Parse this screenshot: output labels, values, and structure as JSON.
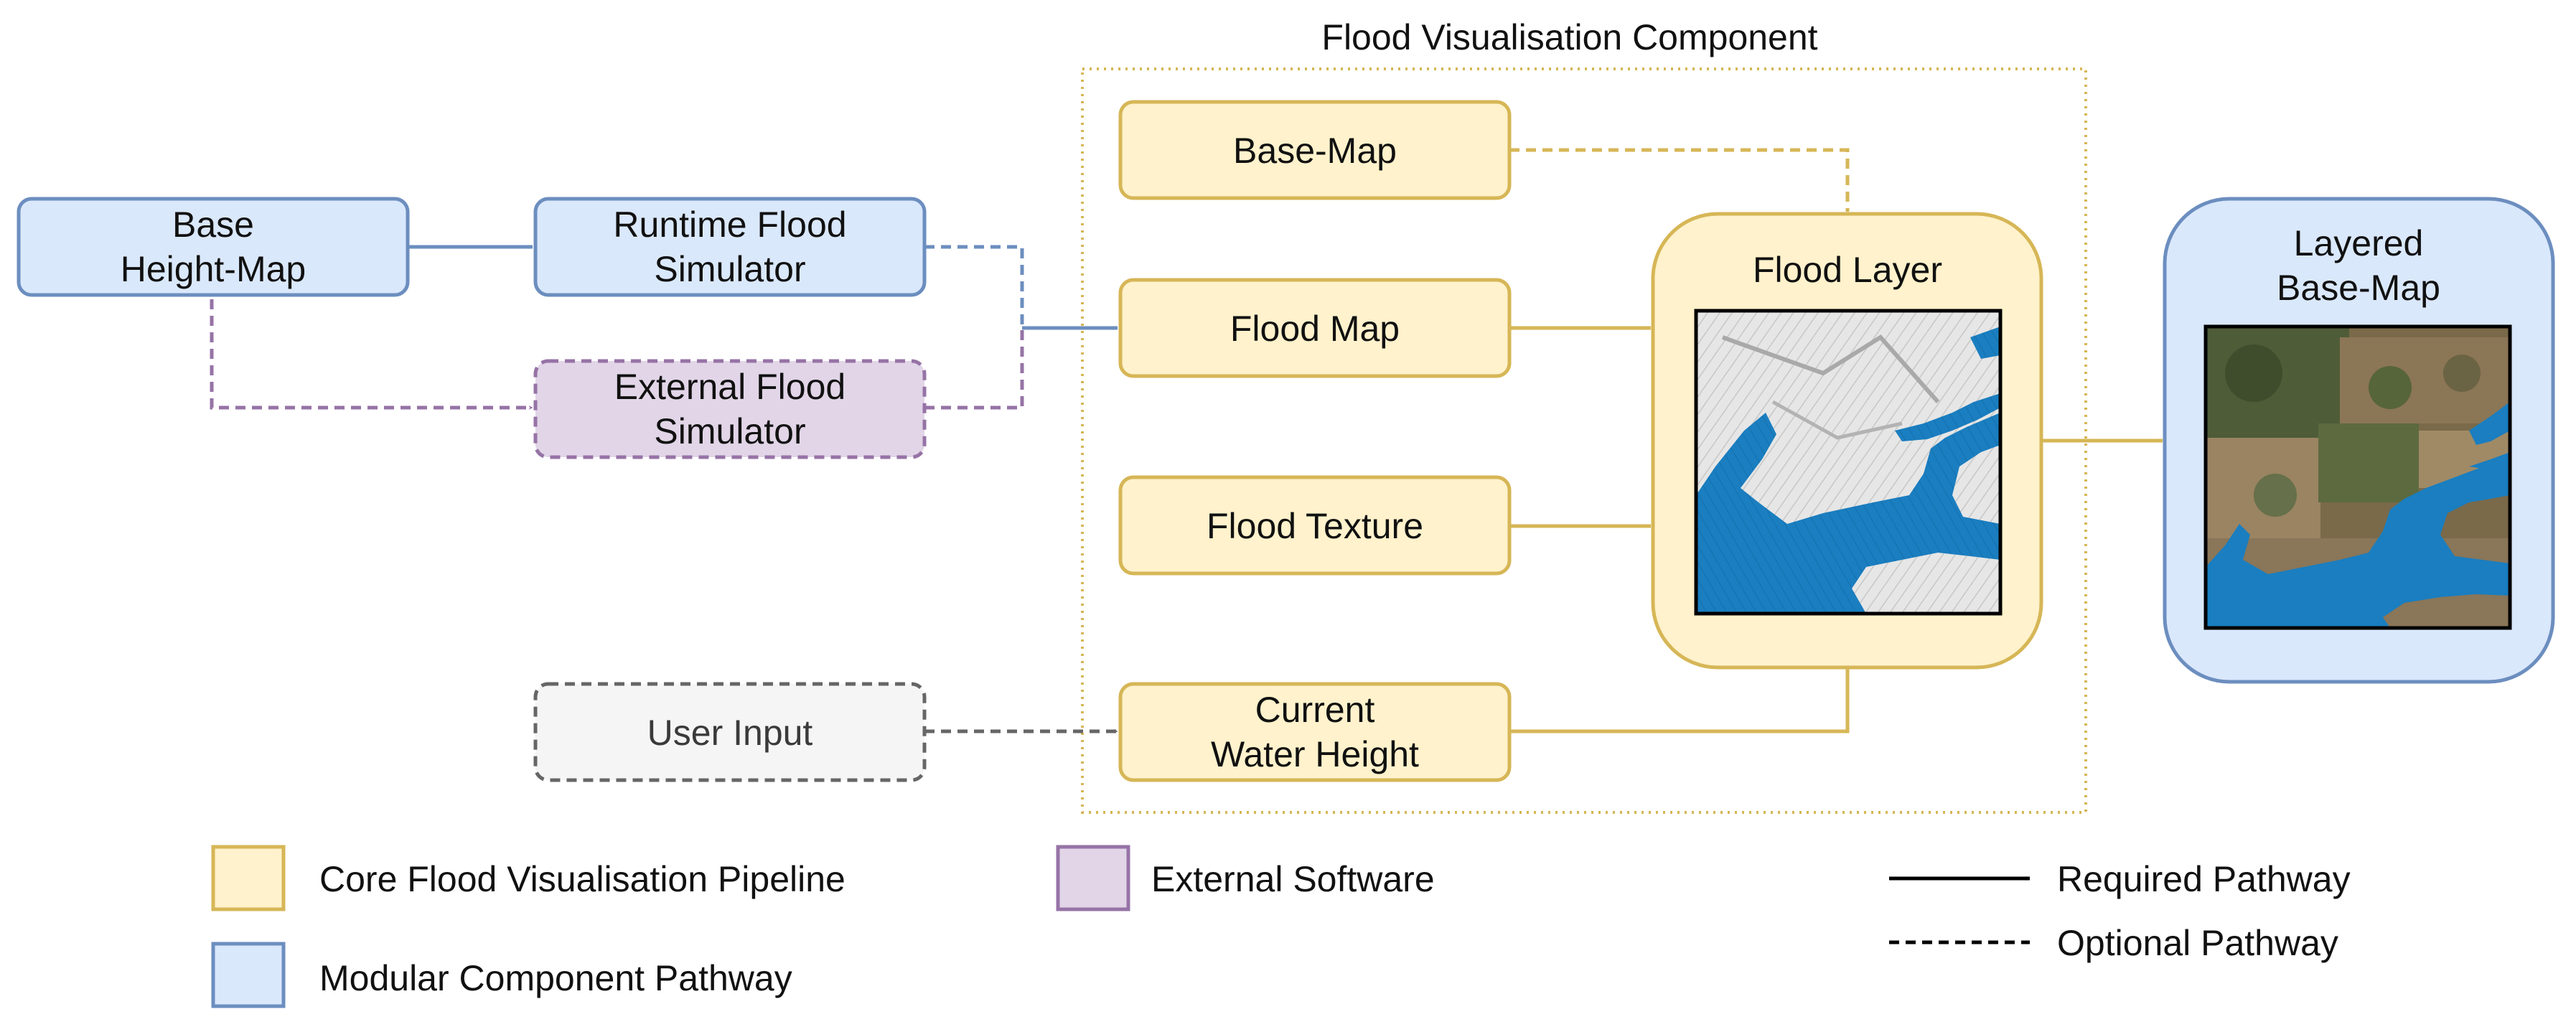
{
  "title": "Flood Visualisation Component",
  "nodes": {
    "base_height_map": {
      "lines": [
        "Base",
        "Height-Map"
      ]
    },
    "runtime_flood_simulator": {
      "lines": [
        "Runtime Flood",
        "Simulator"
      ]
    },
    "external_flood_simulator": {
      "lines": [
        "External Flood",
        "Simulator"
      ]
    },
    "user_input": {
      "lines": [
        "User Input"
      ]
    },
    "base_map": {
      "lines": [
        "Base-Map"
      ]
    },
    "flood_map": {
      "lines": [
        "Flood Map"
      ]
    },
    "flood_texture": {
      "lines": [
        "Flood Texture"
      ]
    },
    "current_water_height": {
      "lines": [
        "Current",
        "Water Height"
      ]
    },
    "flood_layer": {
      "lines": [
        "Flood Layer"
      ]
    },
    "layered_base_map": {
      "lines": [
        "Layered",
        "Base-Map"
      ]
    }
  },
  "legend": {
    "core": "Core Flood Visualisation Pipeline",
    "modular": "Modular Component Pathway",
    "external": "External Software",
    "required": "Required Pathway",
    "optional": "Optional Pathway"
  },
  "colors": {
    "core_fill": "#fff2cc",
    "core_stroke": "#d6b656",
    "modular_fill": "#dae8fc",
    "modular_stroke": "#6c8ebf",
    "external_fill": "#e1d5e7",
    "external_stroke": "#9673a6",
    "user_fill": "#f5f5f5",
    "user_stroke": "#666666",
    "water": "#1a7ec0",
    "terrain_grey": "#d9d9d9"
  },
  "icons": {
    "flood_layer_image": "terrain-heightmap-with-flood-water",
    "layered_base_map_image": "satellite-map-with-flood-water"
  }
}
